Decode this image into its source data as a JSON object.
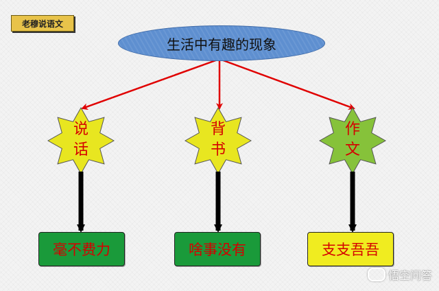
{
  "badge": {
    "label": "老穆说语文"
  },
  "root": {
    "label": "生活中有趣的现象"
  },
  "branches": [
    {
      "line1": "说",
      "line2": "话",
      "result": "毫不费力",
      "star_color": "#e8e620",
      "result_bg": "#1a9a3a"
    },
    {
      "line1": "背",
      "line2": "书",
      "result": "啥事没有",
      "star_color": "#e8e620",
      "result_bg": "#1a9a3a"
    },
    {
      "line1": "作",
      "line2": "文",
      "result": "支支吾吾",
      "star_color": "#86c23a",
      "result_bg": "#f0ec20"
    }
  ],
  "colors": {
    "arrow_red": "#e00000",
    "connector_black": "#000000",
    "text_red": "#d40000"
  },
  "watermark": {
    "icon": "chat-bubble-icon",
    "text": "悟空问答"
  }
}
